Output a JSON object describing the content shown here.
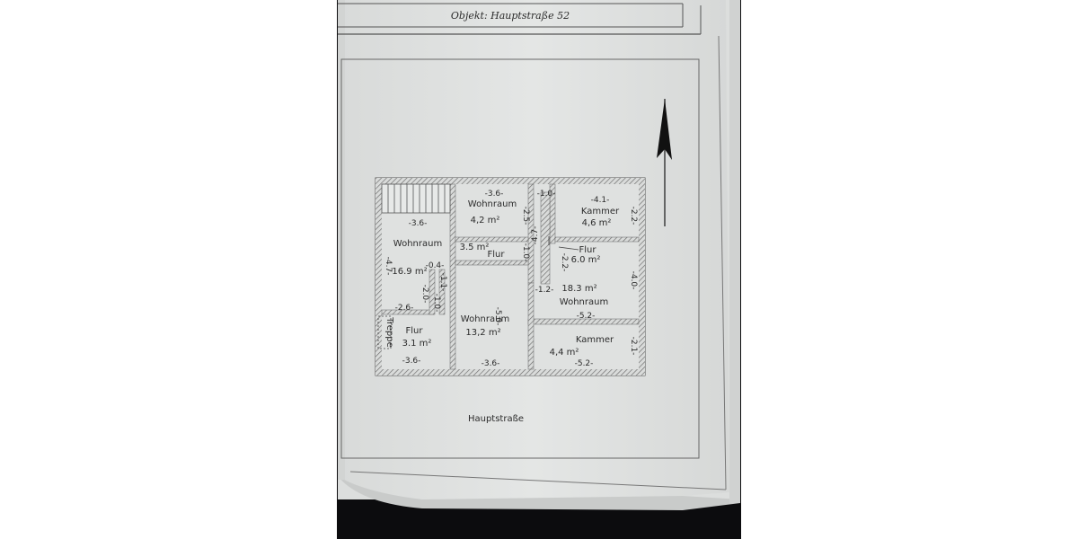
{
  "header": {
    "object_title": "Objekt: Hauptstraße 52"
  },
  "street": {
    "label": "Hauptstraße"
  },
  "colors": {
    "paper": "#e2e4e3",
    "line": "#4a4a4a",
    "wall_hatch": "#6a6a6a",
    "background_dark": "#0c0c0e"
  },
  "rooms": [
    {
      "id": "wohnraum-nw",
      "name": "Wohnraum",
      "area": "16.9 m²"
    },
    {
      "id": "wohnraum-n",
      "name": "Wohnraum",
      "area": "4,2 m²"
    },
    {
      "id": "flur-small",
      "name": "Flur",
      "area": "3.5 m²"
    },
    {
      "id": "kammer-ne",
      "name": "Kammer",
      "area": "4,6 m²"
    },
    {
      "id": "flur-e",
      "name": "Flur",
      "area": "6.0 m²"
    },
    {
      "id": "wohnraum-e",
      "name": "Wohnraum",
      "area": "18.3 m²"
    },
    {
      "id": "wohnraum-c",
      "name": "Wohnraum",
      "area": "13,2 m²"
    },
    {
      "id": "flur-sw",
      "name": "Flur",
      "area": "3.1 m²"
    },
    {
      "id": "kammer-se",
      "name": "Kammer",
      "area": "4,4 m²"
    }
  ],
  "stairs": {
    "label": "Treppe"
  },
  "dimensions": [
    "-3.6-",
    "-3.6-",
    "-1.0-",
    "-4.1-",
    "-2.2-",
    "-2.5-",
    "-4.7-",
    "-1.0-",
    "-2.2-",
    "-4.0-",
    "-1.2-",
    "-4.7-",
    "-0.4-",
    "-1.1-",
    "-2.0-",
    "-1.0-",
    "-2.6-",
    "-5.0-",
    "-5.2-",
    "-2.1-",
    "-3.6-",
    "-3.6-",
    "-5.2-"
  ]
}
